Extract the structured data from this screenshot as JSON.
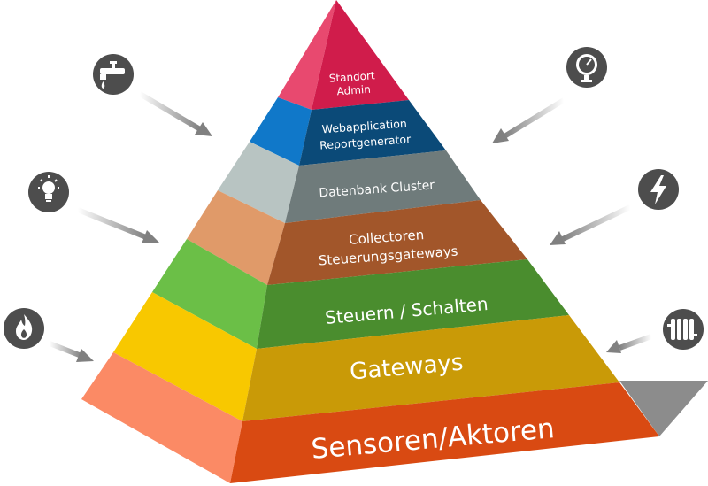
{
  "pyramid": {
    "levels": [
      {
        "lines": [
          "Standort",
          "Admin"
        ],
        "front_color": "#d01c4b",
        "side_color": "#e8496f"
      },
      {
        "lines": [
          "Webapplication",
          "Reportgenerator"
        ],
        "front_color": "#0b4a78",
        "side_color": "#1078c9"
      },
      {
        "lines": [
          "Datenbank Cluster"
        ],
        "front_color": "#6f7b7b",
        "side_color": "#b8c4c2"
      },
      {
        "lines": [
          "Collectoren",
          "Steuerungsgateways"
        ],
        "front_color": "#a2562a",
        "side_color": "#e09a69"
      },
      {
        "lines": [
          "Steuern / Schalten"
        ],
        "front_color": "#4a8d2e",
        "side_color": "#6bbf47"
      },
      {
        "lines": [
          "Gateways"
        ],
        "front_color": "#c99a07",
        "side_color": "#f8c800"
      },
      {
        "lines": [
          "Sensoren/Aktoren"
        ],
        "front_color": "#d94a12",
        "side_color": "#fb8a65"
      }
    ]
  },
  "icons": [
    {
      "name": "water-tap-icon",
      "side": "left"
    },
    {
      "name": "light-bulb-icon",
      "side": "left"
    },
    {
      "name": "gas-flame-icon",
      "side": "left"
    },
    {
      "name": "pressure-gauge-icon",
      "side": "right"
    },
    {
      "name": "lightning-bolt-icon",
      "side": "right"
    },
    {
      "name": "radiator-icon",
      "side": "right"
    }
  ],
  "colors": {
    "icon_circle": "#4d4d4d",
    "arrow": "#808080",
    "shadow": "#8c8c8c"
  }
}
